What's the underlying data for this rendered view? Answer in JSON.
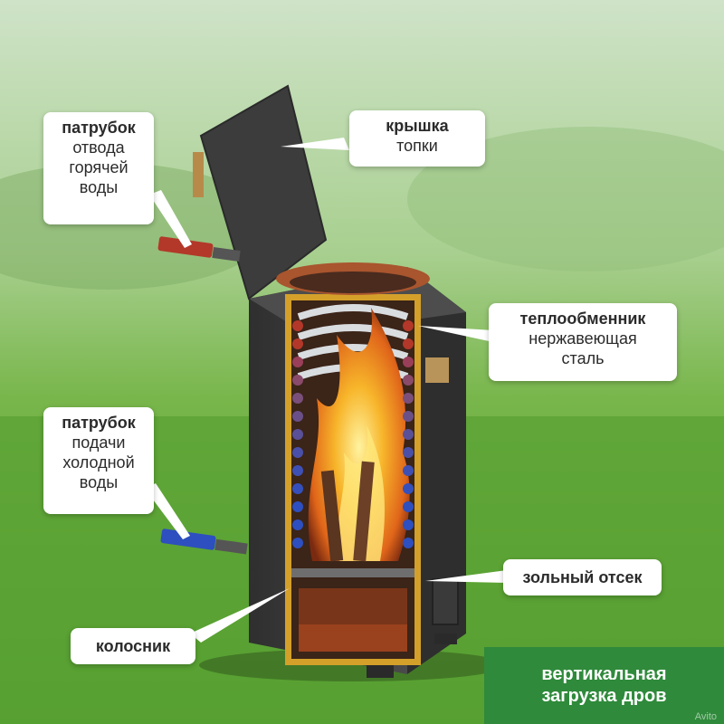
{
  "callouts": {
    "hot_outlet": {
      "line1": "патрубок",
      "line2": "отвода",
      "line3": "горячей",
      "line4": "воды"
    },
    "lid": {
      "line1": "крышка",
      "line2": "топки"
    },
    "heat_exchanger": {
      "line1": "теплообменник",
      "line2": "нержавеющая",
      "line3": "сталь"
    },
    "cold_inlet": {
      "line1": "патрубок",
      "line2": "подачи",
      "line3": "холодной",
      "line4": "воды"
    },
    "ash_box": {
      "line1": "зольный отсек"
    },
    "grate": {
      "line1": "колосник"
    }
  },
  "banner": {
    "line1": "вертикальная",
    "line2": "загрузка дров"
  },
  "watermark": "Avito",
  "colors": {
    "banner_green": "#2f8a3b",
    "grass": "#5fa63a",
    "stove_body": "#3a3a3a",
    "hot_pipe": "#b3382a",
    "cold_pipe": "#2d4fbf",
    "flame": "#f39a1e"
  }
}
